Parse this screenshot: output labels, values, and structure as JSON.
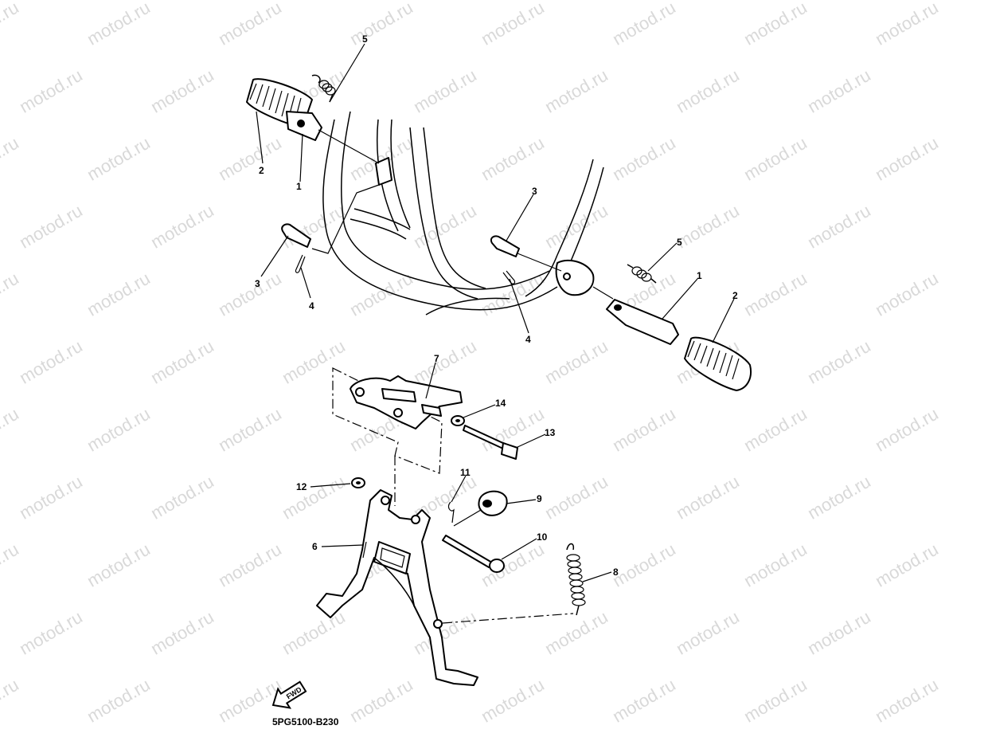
{
  "watermark": {
    "text": "motod.ru"
  },
  "diagram": {
    "code": "5PG5100-B230",
    "fwd_label": "FWD",
    "callouts": [
      {
        "id": "c5a",
        "label": "5"
      },
      {
        "id": "c2a",
        "label": "2"
      },
      {
        "id": "c1a",
        "label": "1"
      },
      {
        "id": "c3a",
        "label": "3"
      },
      {
        "id": "c4a",
        "label": "4"
      },
      {
        "id": "c3b",
        "label": "3"
      },
      {
        "id": "c4b",
        "label": "4"
      },
      {
        "id": "c5b",
        "label": "5"
      },
      {
        "id": "c1b",
        "label": "1"
      },
      {
        "id": "c2b",
        "label": "2"
      },
      {
        "id": "c7",
        "label": "7"
      },
      {
        "id": "c14",
        "label": "14"
      },
      {
        "id": "c13",
        "label": "13"
      },
      {
        "id": "c12",
        "label": "12"
      },
      {
        "id": "c11",
        "label": "11"
      },
      {
        "id": "c9",
        "label": "9"
      },
      {
        "id": "c10",
        "label": "10"
      },
      {
        "id": "c6",
        "label": "6"
      },
      {
        "id": "c8",
        "label": "8"
      }
    ]
  }
}
